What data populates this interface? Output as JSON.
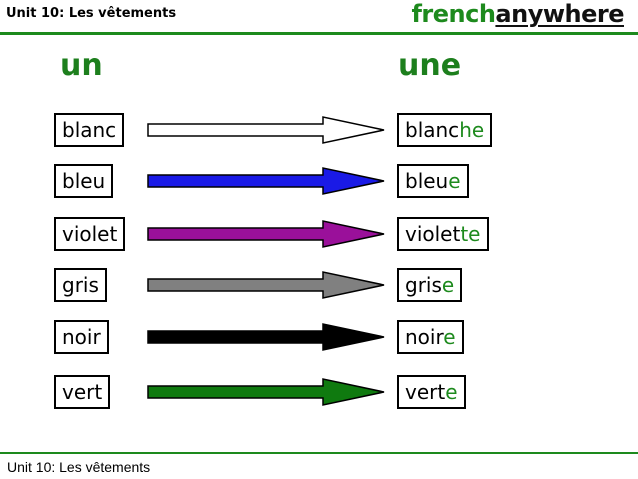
{
  "header": {
    "title": "Unit 10: Les vêtements",
    "brand_part1": "french",
    "brand_part2": "anywhere",
    "brand_color": "#1d8a1d"
  },
  "columns": {
    "masculine": "un",
    "feminine": "une"
  },
  "rows": [
    {
      "masculine": "blanc",
      "feminine_stem": "blanc",
      "feminine_ending": "he",
      "arrow_color": "#ffffff"
    },
    {
      "masculine": "bleu",
      "feminine_stem": "bleu",
      "feminine_ending": "e",
      "arrow_color": "#1a1ae6"
    },
    {
      "masculine": "violet",
      "feminine_stem": "violet",
      "feminine_ending": "te",
      "arrow_color": "#9a109a"
    },
    {
      "masculine": "gris",
      "feminine_stem": "gris",
      "feminine_ending": "e",
      "arrow_color": "#808080"
    },
    {
      "masculine": "noir",
      "feminine_stem": "noir",
      "feminine_ending": "e",
      "arrow_color": "#000000"
    },
    {
      "masculine": "vert",
      "feminine_stem": "vert",
      "feminine_ending": "e",
      "arrow_color": "#0f7a0f"
    }
  ],
  "footer": {
    "text": "Unit 10: Les vêtements"
  }
}
